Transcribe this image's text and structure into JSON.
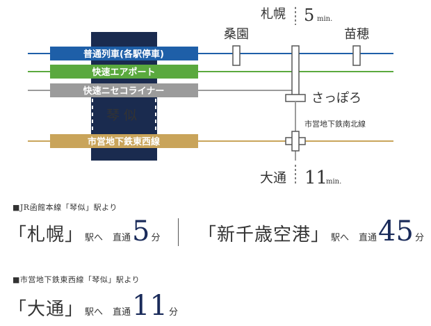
{
  "map": {
    "stations": {
      "sapporo": "札幌",
      "kuwazono": "桑園",
      "naebo": "苗穂",
      "sapporo_subway": "さっぽろ",
      "odori": "大通",
      "kotoni": "琴似"
    },
    "time_top": {
      "num": "5",
      "unit": "min."
    },
    "time_bottom": {
      "num": "11",
      "unit": "min."
    },
    "namboku_line_label": "市営地下鉄南北線",
    "lines": [
      {
        "label": "普通列車(各駅停車)",
        "color": "#1e5fa8"
      },
      {
        "label": "快速エアポート",
        "color": "#5aa93e"
      },
      {
        "label": "快速ニセコライナー",
        "color": "#9b9b9b"
      },
      {
        "label": "市営地下鉄東西線",
        "color": "#c9a45a"
      }
    ],
    "colors": {
      "kotoni_block": "#1a2b4f",
      "station_marker_border": "#555555"
    }
  },
  "access": {
    "jr_heading": "■JR函館本線「琴似」駅より",
    "subway_heading": "■市営地下鉄東西線「琴似」駅より",
    "routes": [
      {
        "name": "「札幌」",
        "suffix": "駅へ",
        "direct": "直通",
        "minutes": "5",
        "unit": "分"
      },
      {
        "name": "「新千歳空港」",
        "suffix": "駅へ",
        "direct": "直通",
        "minutes": "45",
        "unit": "分"
      },
      {
        "name": "「大通」",
        "suffix": "駅へ",
        "direct": "直通",
        "minutes": "11",
        "unit": "分"
      }
    ]
  }
}
